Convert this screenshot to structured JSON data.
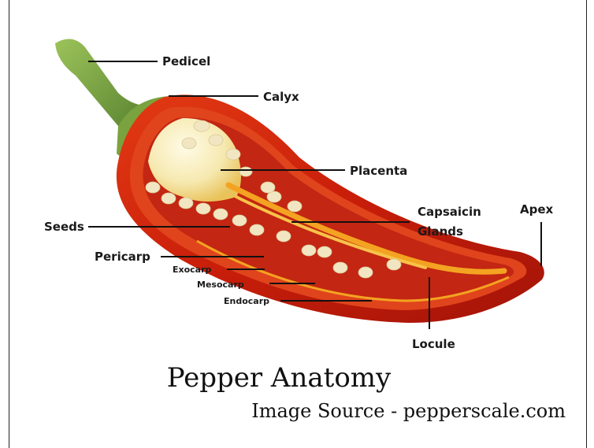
{
  "title": "Pepper Anatomy",
  "source": "Image Source - pepperscale.com",
  "labels": {
    "pedicel": "Pedicel",
    "calyx": "Calyx",
    "placenta": "Placenta",
    "capsaicin_1": "Capsaicin",
    "capsaicin_2": "Glands",
    "apex": "Apex",
    "seeds": "Seeds",
    "pericarp": "Pericarp",
    "exocarp": "Exocarp",
    "mesocarp": "Mesocarp",
    "endocarp": "Endocarp",
    "locule": "Locule"
  },
  "colors": {
    "skin": "#c81e0a",
    "flesh": "#e0441c",
    "locule": "#c32612",
    "stem": "#6f9a3a",
    "placenta": "#f6e9b0",
    "seed": "#f2e6c2",
    "gland": "#f3a321"
  }
}
